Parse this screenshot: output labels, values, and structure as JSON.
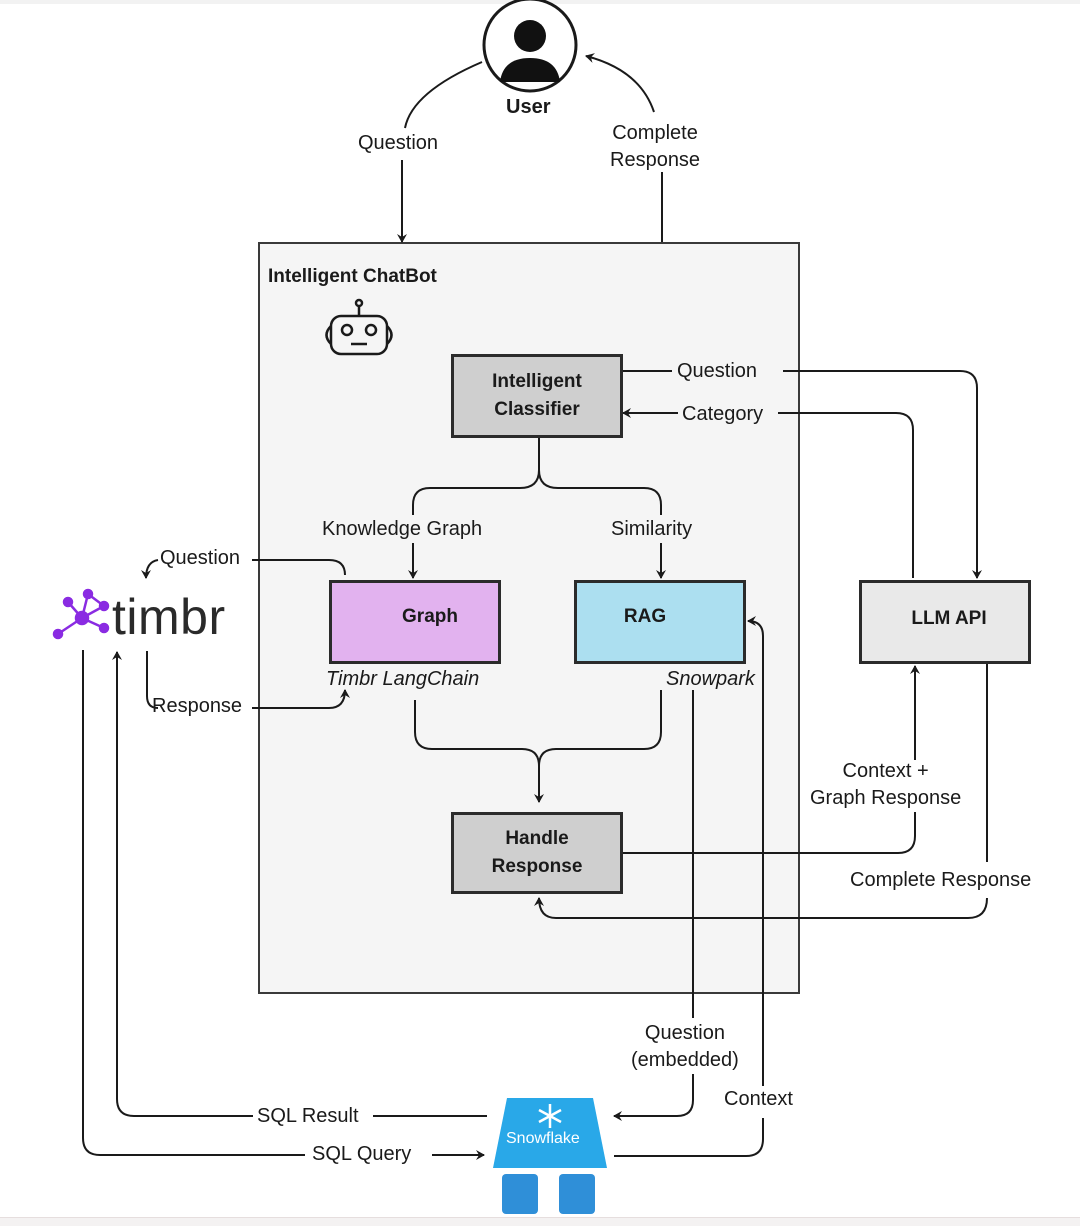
{
  "user": {
    "label": "User"
  },
  "chatbot": {
    "title": "Intelligent ChatBot"
  },
  "nodes": {
    "classifier": [
      "Intelligent",
      "Classifier"
    ],
    "graph": "Graph",
    "rag": "RAG",
    "llm": "LLM API",
    "handle": [
      "Handle",
      "Response"
    ]
  },
  "captions": {
    "graph": "Timbr LangChain",
    "rag": "Snowpark"
  },
  "logos": {
    "timbr": "timbr",
    "snowflake": "Snowflake"
  },
  "edge_labels": {
    "user_question": "Question",
    "user_complete": [
      "Complete",
      "Response"
    ],
    "classifier_question": "Question",
    "classifier_category": "Category",
    "knowledge_graph": "Knowledge Graph",
    "similarity": "Similarity",
    "timbr_question": "Question",
    "timbr_response": "Response",
    "context_graph": [
      "Context +",
      "Graph Response"
    ],
    "llm_complete": "Complete Response",
    "question_embedded": [
      "Question",
      "(embedded)"
    ],
    "sql_result": "SQL Result",
    "sql_query": "SQL Query",
    "context": "Context"
  },
  "colors": {
    "graph_fill": "#e2b2ef",
    "rag_fill": "#acdff0",
    "classifier_fill": "#cfcfcf",
    "llm_fill": "#e9e9e9",
    "timbr_purple": "#8a2be2",
    "snowflake_blue": "#29a8e8"
  }
}
